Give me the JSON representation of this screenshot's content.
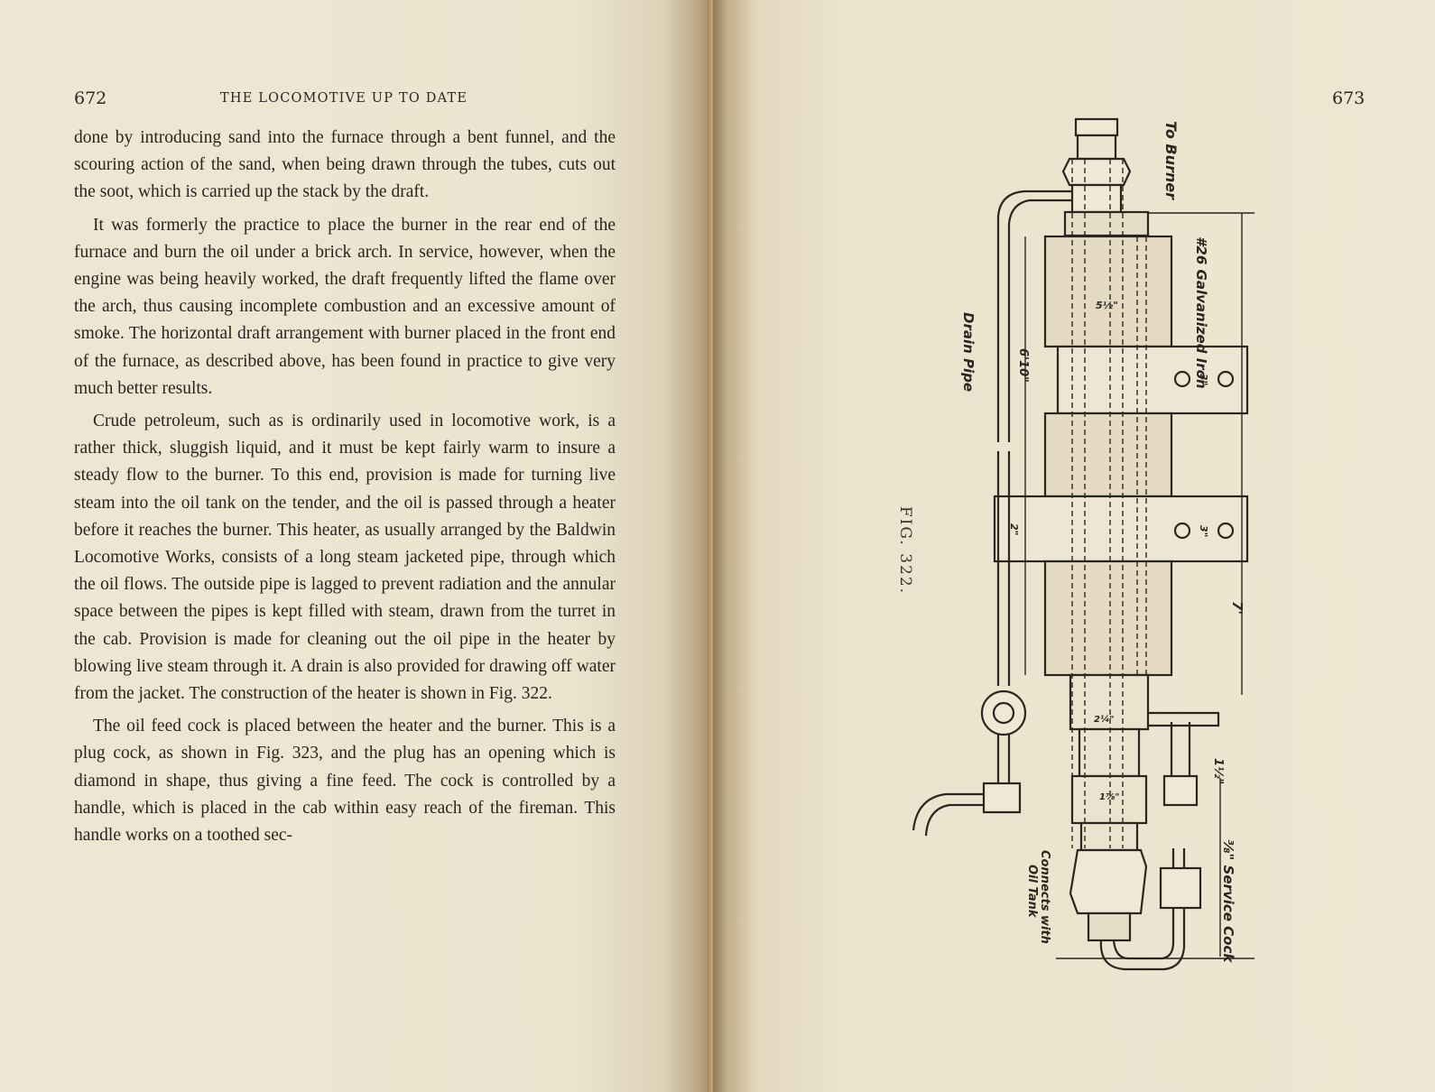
{
  "left_page": {
    "page_number": "672",
    "running_head": "THE LOCOMOTIVE UP TO DATE",
    "paragraphs": [
      "done by introducing sand into the furnace through a bent funnel, and the scouring action of the sand, when being drawn through the tubes, cuts out the soot, which is carried up the stack by the draft.",
      "It was formerly the practice to place the burner in the rear end of the furnace and burn the oil under a brick arch. In service, however, when the engine was being heavily worked, the draft frequently lifted the flame over the arch, thus causing incomplete combustion and an excessive amount of smoke. The horizontal draft arrangement with burner placed in the front end of the furnace, as described above, has been found in practice to give very much better results.",
      "Crude petroleum, such as is ordinarily used in locomotive work, is a rather thick, sluggish liquid, and it must be kept fairly warm to insure a steady flow to the burner. To this end, provision is made for turning live steam into the oil tank on the tender, and the oil is passed through a heater before it reaches the burner. This heater, as usually arranged by the Baldwin Locomotive Works, consists of a long steam jacketed pipe, through which the oil flows. The outside pipe is lagged to prevent radiation and the annular space between the pipes is kept filled with steam, drawn from the turret in the cab. Provision is made for cleaning out the oil pipe in the heater by blowing live steam through it. A drain is also provided for drawing off water from the jacket. The construction of the heater is shown in Fig. 322.",
      "The oil feed cock is placed between the heater and the burner. This is a plug cock, as shown in Fig. 323, and the plug has an opening which is diamond in shape, thus giving a fine feed. The cock is controlled by a handle, which is placed in the cab within easy reach of the fireman. This handle works on a toothed sec-"
    ]
  },
  "right_page": {
    "page_number": "673",
    "figure_caption": "FIG. 322.",
    "drawing_labels": {
      "to_burner": "To Burner",
      "galvanized_iron": "#26 Galvanized Iron",
      "drain_pipe": "Drain Pipe",
      "dim_6_10": "6'10\"",
      "dim_5_half": "5½\"",
      "dim_3_a": "3\"",
      "dim_3_b": "3\"",
      "dim_2": "2\"",
      "dim_7": "7'",
      "dim_2_quarter": "2¼\"",
      "dim_1_half": "1½\"",
      "dim_1_8": "1⅞\"",
      "service_cock": "⅜\" Service Cock",
      "connects_with": "Connects with",
      "oil_tank": "Oil Tank"
    }
  }
}
